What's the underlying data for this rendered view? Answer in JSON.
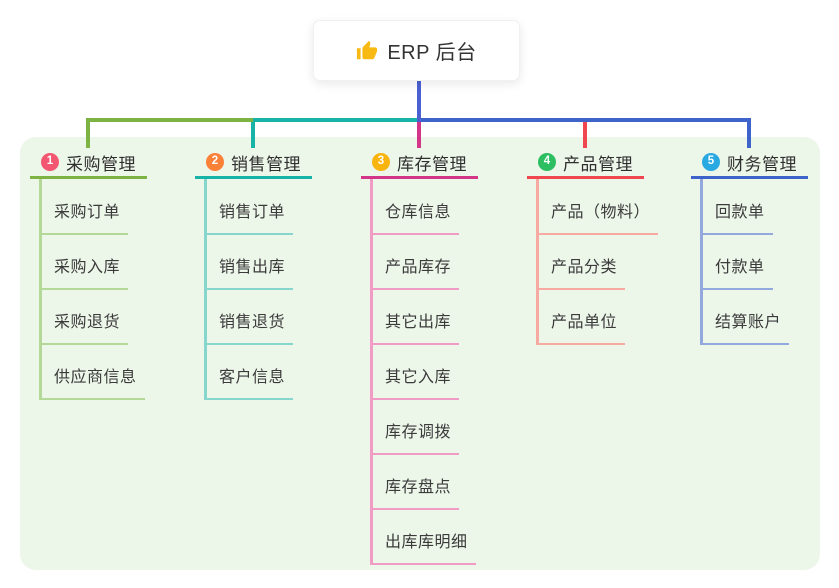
{
  "root": {
    "label": "ERP 后台",
    "icon": "thumbs-up-icon"
  },
  "colors": {
    "canvas_bg": "#ffffff",
    "panel_bg": "#ecf6e9",
    "stem": "#4b61d1",
    "root_text": "#333333",
    "item_text": "#3b3b3b",
    "thumb_icon": "#f8b913"
  },
  "branches": [
    {
      "number": "1",
      "label": "采购管理",
      "badge_color": "#f25670",
      "line_color": "#7cb342",
      "child_line_color": "#b3d898",
      "items": [
        "采购订单",
        "采购入库",
        "采购退货",
        "供应商信息"
      ]
    },
    {
      "number": "2",
      "label": "销售管理",
      "badge_color": "#fb8038",
      "line_color": "#17b3a6",
      "child_line_color": "#86d6cd",
      "items": [
        "销售订单",
        "销售出库",
        "销售退货",
        "客户信息"
      ]
    },
    {
      "number": "3",
      "label": "库存管理",
      "badge_color": "#f9b40e",
      "line_color": "#d33689",
      "child_line_color": "#f19cc5",
      "items": [
        "仓库信息",
        "产品库存",
        "其它出库",
        "其它入库",
        "库存调拨",
        "库存盘点",
        "出库库明细"
      ]
    },
    {
      "number": "4",
      "label": "产品管理",
      "badge_color": "#2cbe60",
      "line_color": "#ef4650",
      "child_line_color": "#f8a9a1",
      "items": [
        "产品（物料）",
        "产品分类",
        "产品单位"
      ]
    },
    {
      "number": "5",
      "label": "财务管理",
      "badge_color": "#29a9e1",
      "line_color": "#3e63cb",
      "child_line_color": "#93a9de",
      "items": [
        "回款单",
        "付款单",
        "结算账户"
      ]
    }
  ]
}
